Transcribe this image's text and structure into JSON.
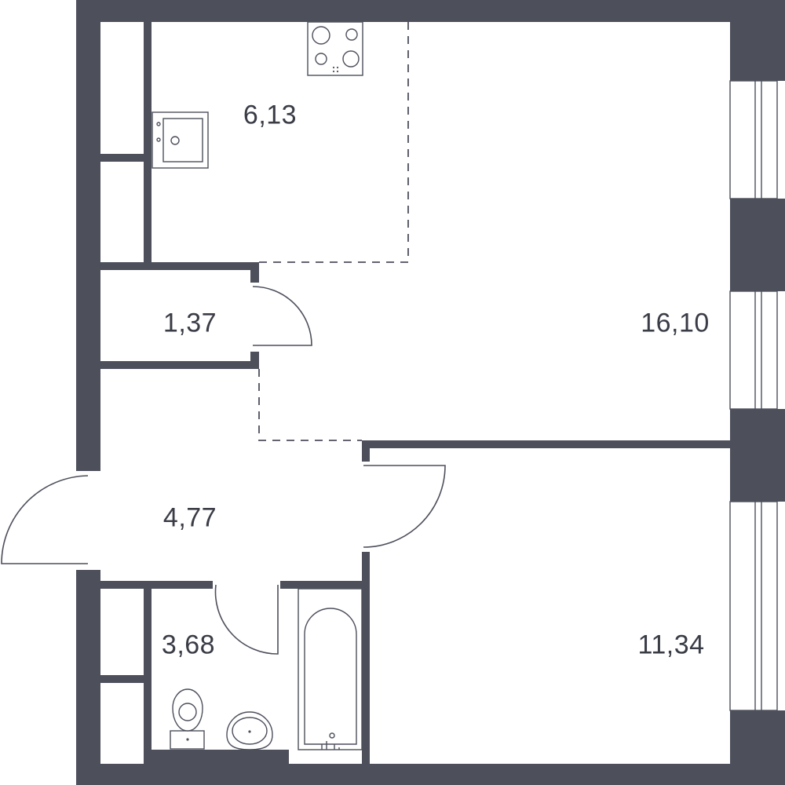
{
  "rooms": [
    {
      "id": "kitchen",
      "area": "6,13"
    },
    {
      "id": "living-room",
      "area": "16,10"
    },
    {
      "id": "storage",
      "area": "1,37"
    },
    {
      "id": "hallway",
      "area": "4,77"
    },
    {
      "id": "bathroom",
      "area": "3,68"
    },
    {
      "id": "bedroom",
      "area": "11,34"
    }
  ],
  "colors": {
    "wall": "#4d4f5b",
    "background": "#ffffff"
  }
}
